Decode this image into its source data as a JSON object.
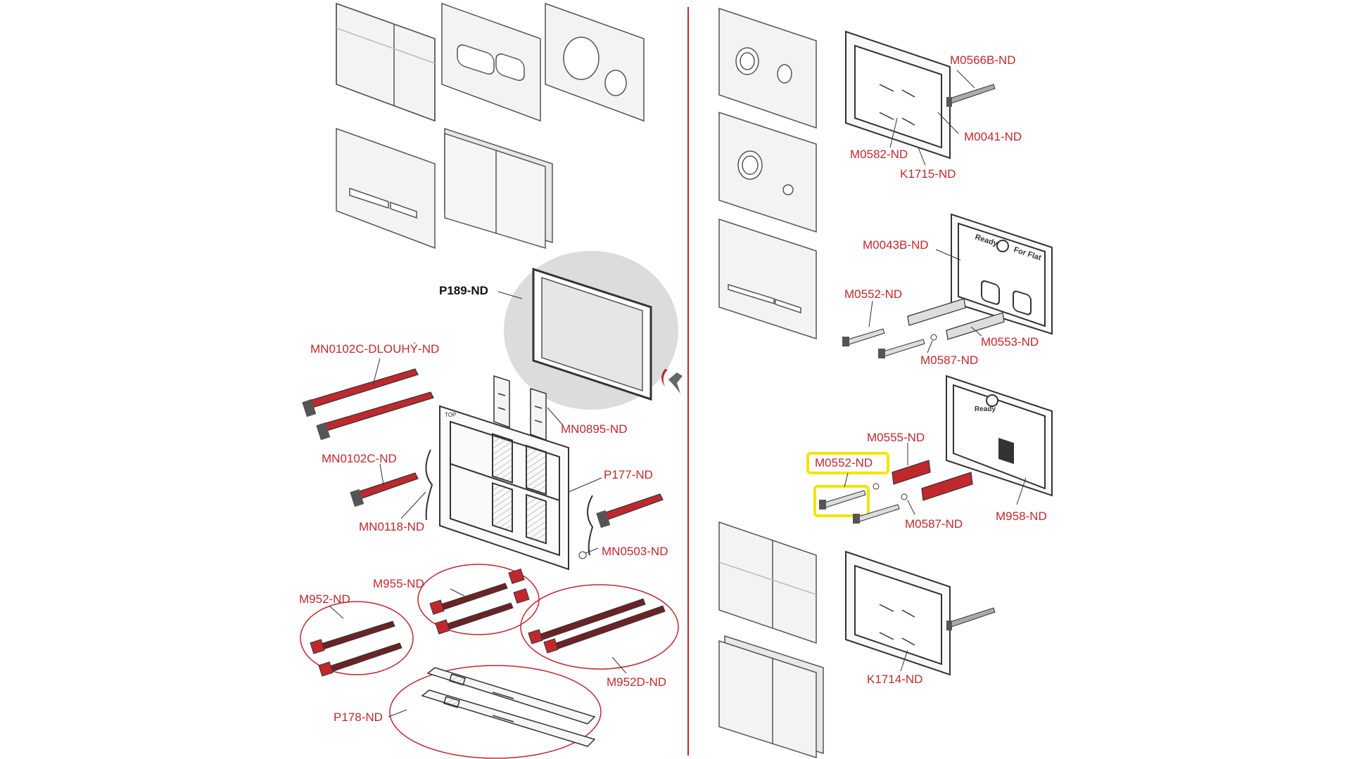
{
  "colors": {
    "accent_red": "#c0282d",
    "highlight_yellow": "#f2e600",
    "line": "#333333"
  },
  "icons": {
    "center_mark": "flame-logo-icon"
  },
  "labels": {
    "p189": "P189-ND",
    "mn0102c_dlouhy": "MN0102C-DLOUHÝ-ND",
    "mn0895": "MN0895-ND",
    "mn0102c": "MN0102C-ND",
    "p177": "P177-ND",
    "mn0118": "MN0118-ND",
    "mn0503": "MN0503-ND",
    "m955": "M955-ND",
    "m952": "M952-ND",
    "m952d": "M952D-ND",
    "p178": "P178-ND",
    "m0566b": "M0566B-ND",
    "m0041": "M0041-ND",
    "m0582": "M0582-ND",
    "k1715": "K1715-ND",
    "m0043b": "M0043B-ND",
    "m0552_top": "M0552-ND",
    "m0553": "M0553-ND",
    "m0587_top": "M0587-ND",
    "m0555": "M0555-ND",
    "m0552_highlight": "M0552-ND",
    "m0587_bottom": "M0587-ND",
    "m958": "M958-ND",
    "k1714": "K1714-ND"
  },
  "frame_text": {
    "ready": "Ready",
    "for_flat": "For Flat",
    "top": "TOP"
  }
}
